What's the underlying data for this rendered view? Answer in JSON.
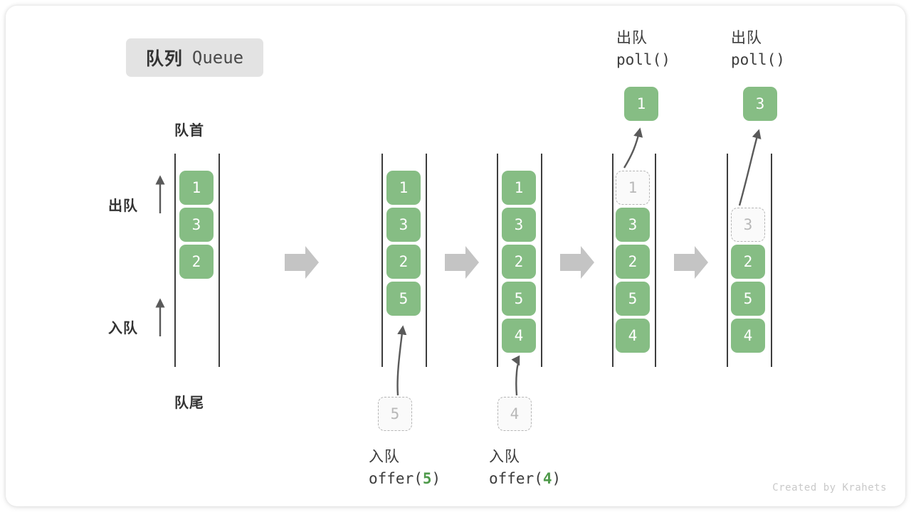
{
  "title": {
    "cn": "队列",
    "en": "Queue"
  },
  "axis_labels": {
    "front": "队首",
    "rear": "队尾",
    "dequeue": "出队",
    "enqueue": "入队"
  },
  "credit": "Created by Krahets",
  "colors": {
    "cell_fill": "#86bd84",
    "cell_text": "#ffffff",
    "ghost_fill": "#fafafa",
    "ghost_border": "#b5b5b5",
    "ghost_text": "#b8b8b8",
    "rail": "#3d3d3d",
    "step_arrow": "#c4c4c4",
    "accent_green": "#4f9a4b",
    "badge_bg": "#e3e3e3"
  },
  "icons": {
    "step_arrow": "right-block-arrow-icon",
    "dequeue_arrow": "up-arrow-icon",
    "enqueue_arrow": "up-arrow-icon",
    "flow_arrow": "curved-arrow-icon"
  },
  "columns": [
    {
      "id": "initial",
      "cells": [
        {
          "value": "1",
          "state": "filled"
        },
        {
          "value": "3",
          "state": "filled"
        },
        {
          "value": "2",
          "state": "filled"
        }
      ],
      "pending": null,
      "popped": null,
      "caption_top": null,
      "caption_bottom": null
    },
    {
      "id": "after-offer-5",
      "cells": [
        {
          "value": "1",
          "state": "filled"
        },
        {
          "value": "3",
          "state": "filled"
        },
        {
          "value": "2",
          "state": "filled"
        },
        {
          "value": "5",
          "state": "filled"
        }
      ],
      "pending": {
        "value": "5",
        "state": "ghost"
      },
      "popped": null,
      "caption_top": null,
      "caption_bottom": {
        "cn": "入队",
        "code_prefix": "offer(",
        "code_num": "5",
        "code_suffix": ")"
      }
    },
    {
      "id": "after-offer-4",
      "cells": [
        {
          "value": "1",
          "state": "filled"
        },
        {
          "value": "3",
          "state": "filled"
        },
        {
          "value": "2",
          "state": "filled"
        },
        {
          "value": "5",
          "state": "filled"
        },
        {
          "value": "4",
          "state": "filled"
        }
      ],
      "pending": {
        "value": "4",
        "state": "ghost"
      },
      "popped": null,
      "caption_top": null,
      "caption_bottom": {
        "cn": "入队",
        "code_prefix": "offer(",
        "code_num": "4",
        "code_suffix": ")"
      }
    },
    {
      "id": "after-poll-1",
      "cells": [
        {
          "value": "1",
          "state": "ghost"
        },
        {
          "value": "3",
          "state": "filled"
        },
        {
          "value": "2",
          "state": "filled"
        },
        {
          "value": "5",
          "state": "filled"
        },
        {
          "value": "4",
          "state": "filled"
        }
      ],
      "pending": null,
      "popped": {
        "value": "1",
        "state": "filled"
      },
      "caption_top": {
        "cn": "出队",
        "code_prefix": "poll(",
        "code_num": "",
        "code_suffix": ")"
      },
      "caption_bottom": null
    },
    {
      "id": "after-poll-3",
      "cells": [
        {
          "value": "",
          "state": "empty"
        },
        {
          "value": "3",
          "state": "ghost"
        },
        {
          "value": "2",
          "state": "filled"
        },
        {
          "value": "5",
          "state": "filled"
        },
        {
          "value": "4",
          "state": "filled"
        }
      ],
      "pending": null,
      "popped": {
        "value": "3",
        "state": "filled"
      },
      "caption_top": {
        "cn": "出队",
        "code_prefix": "poll(",
        "code_num": "",
        "code_suffix": ")"
      },
      "caption_bottom": null
    }
  ]
}
